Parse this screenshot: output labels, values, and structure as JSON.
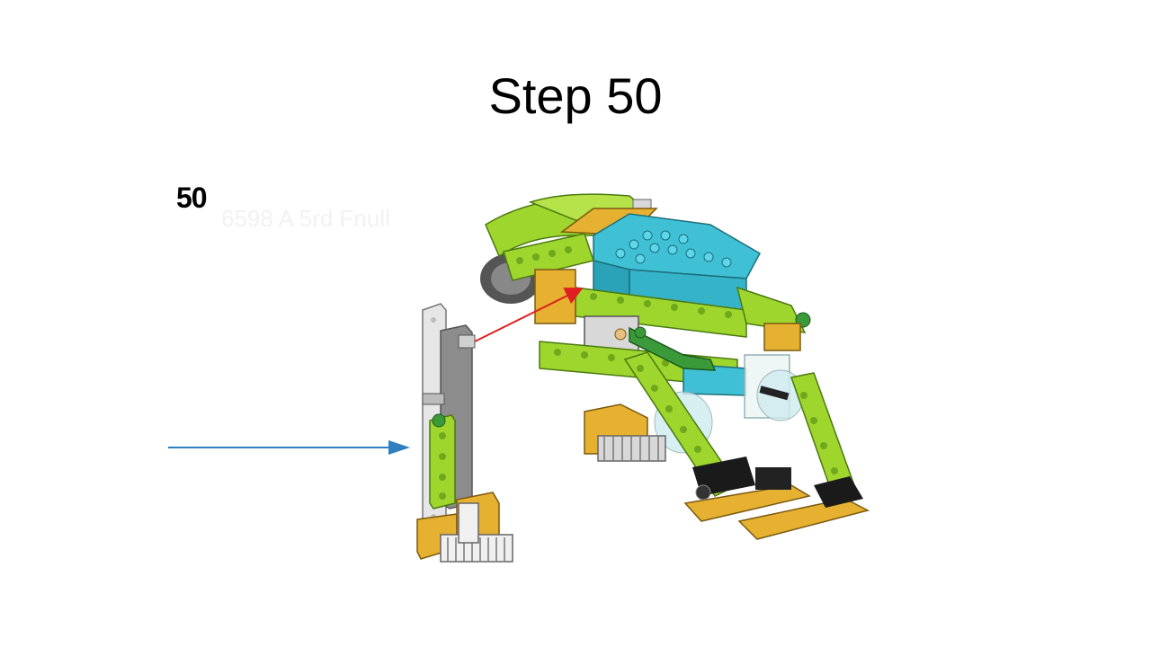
{
  "slide": {
    "title": "Step 50",
    "step_number": "50",
    "watermark": "6598 A 5rd Fnull"
  },
  "colors": {
    "lime": "#9ed62e",
    "lime_dark": "#6fa81c",
    "azure": "#3fc0d4",
    "tan_yellow": "#e6b030",
    "light_gray": "#d8d8d8",
    "dark_gray": "#8c8c8c",
    "black": "#1a1a1a",
    "arrow_blue": "#2f7fc1",
    "arrow_red": "#e02020",
    "green": "#3a9a3a"
  }
}
